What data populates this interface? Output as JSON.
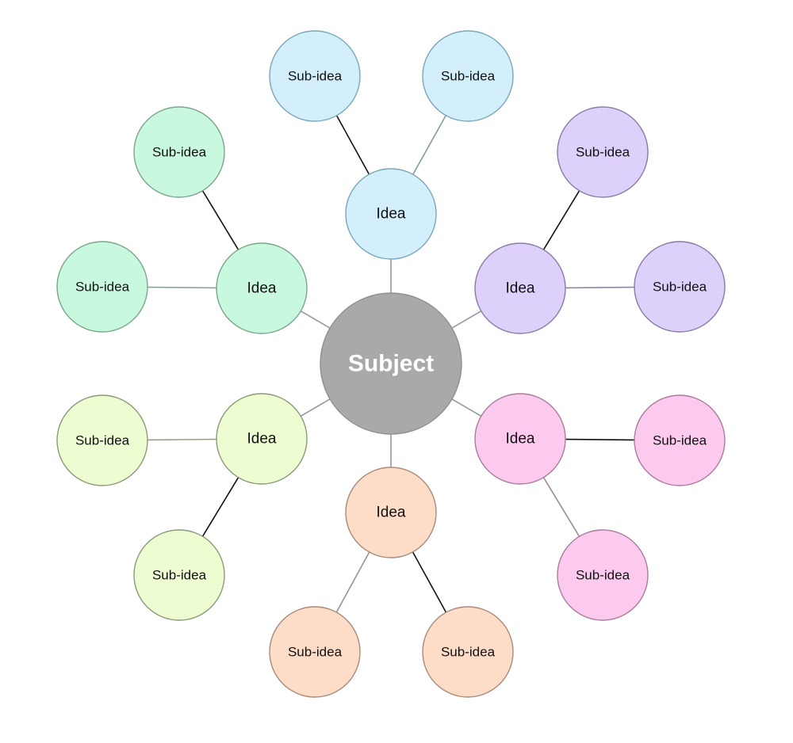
{
  "subject": {
    "label": "Subject",
    "fill": "#a9a9a9",
    "stroke": "#8f8f8f"
  },
  "branches": [
    {
      "name": "top",
      "idea": "Idea",
      "subs": [
        "Sub-idea",
        "Sub-idea"
      ],
      "fill": "#d2effb",
      "stroke": "#7aa7b8",
      "linkColors": [
        "#111111",
        "#7f9aa3"
      ]
    },
    {
      "name": "upper-right",
      "idea": "Idea",
      "subs": [
        "Sub-idea",
        "Sub-idea"
      ],
      "fill": "#ddd0fb",
      "stroke": "#8a7ba5",
      "linkColors": [
        "#111111",
        "#8a8aa0"
      ]
    },
    {
      "name": "lower-right",
      "idea": "Idea",
      "subs": [
        "Sub-idea",
        "Sub-idea"
      ],
      "fill": "#fccaef",
      "stroke": "#a97c9c",
      "linkColors": [
        "#111111",
        "#a08a98"
      ]
    },
    {
      "name": "bottom",
      "idea": "Idea",
      "subs": [
        "Sub-idea",
        "Sub-idea"
      ],
      "fill": "#fddcc8",
      "stroke": "#a88a7b",
      "linkColors": [
        "#a0908a",
        "#111111"
      ]
    },
    {
      "name": "lower-left",
      "idea": "Idea",
      "subs": [
        "Sub-idea",
        "Sub-idea"
      ],
      "fill": "#eefcd2",
      "stroke": "#8a9a7a",
      "linkColors": [
        "#9aa08a",
        "#111111"
      ]
    },
    {
      "name": "upper-left",
      "idea": "Idea",
      "subs": [
        "Sub-idea",
        "Sub-idea"
      ],
      "fill": "#c8f8de",
      "stroke": "#7ba58c",
      "linkColors": [
        "#111111",
        "#8aa092"
      ]
    }
  ],
  "centerLinkColor": "#8f9a9f"
}
